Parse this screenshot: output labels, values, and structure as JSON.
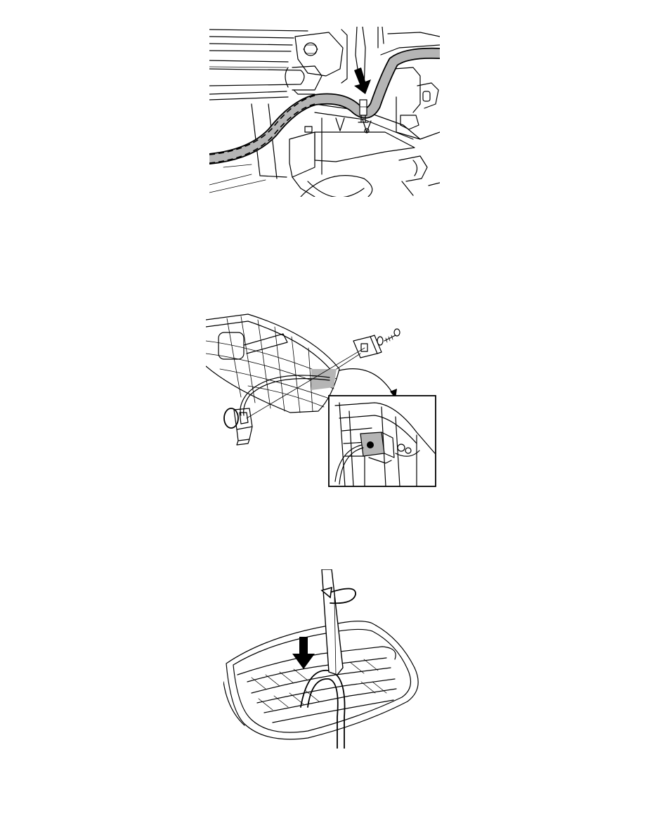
{
  "page": {
    "background": "#ffffff",
    "line_color": "#000000",
    "highlight_color": "#b5b5b5"
  },
  "figures": [
    {
      "id": "fig1",
      "icon": "underbody-wiring-harness-cable-tie-illustration"
    },
    {
      "id": "fig2",
      "icon": "grille-sensor-bracket-screw-illustration"
    },
    {
      "id": "fig3",
      "icon": "grille-cable-routing-tool-illustration"
    }
  ]
}
